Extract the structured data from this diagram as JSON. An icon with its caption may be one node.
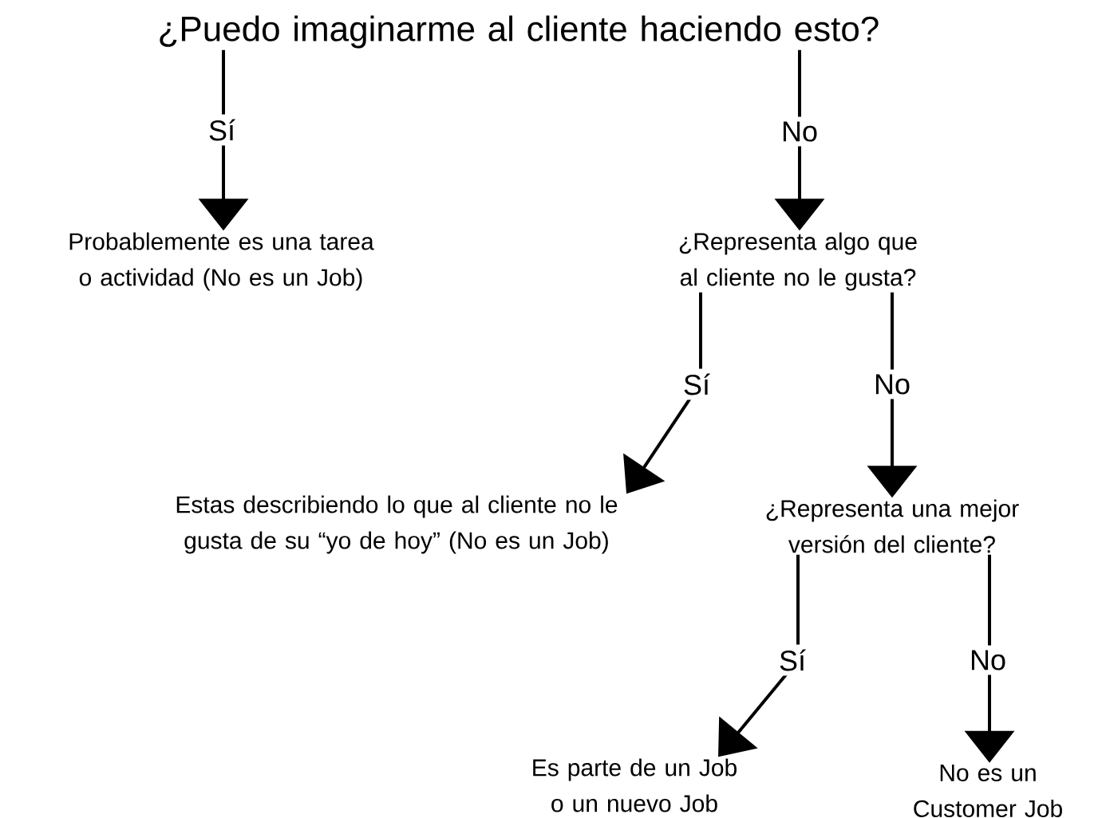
{
  "diagram": {
    "nodes": [
      {
        "text": [
          "¿Puedo imaginarme al cliente haciendo esto?"
        ]
      },
      {
        "text": [
          "Probablemente es una tarea o actividad (No es un Job)"
        ]
      },
      {
        "text": [
          "¿Representa algo que al cliente no le gusta?"
        ]
      },
      {
        "text": [
          "Estas describiendo lo que al cliente no le gusta de su “yo de hoy” (No es un Job)"
        ]
      },
      {
        "text": [
          "¿Representa una mejor versión del cliente?"
        ]
      },
      {
        "text": [
          "Es parte de un Job o un nuevo Job"
        ]
      },
      {
        "text": [
          "No es un Customer Job"
        ]
      }
    ],
    "edges": [
      {
        "from": 0,
        "to": 1,
        "arrow": "to",
        "label": "Sí"
      },
      {
        "from": 0,
        "to": 2,
        "arrow": "to",
        "label": "No"
      },
      {
        "from": 2,
        "to": 3,
        "arrow": "to",
        "label": "Sí"
      },
      {
        "from": 2,
        "to": 4,
        "arrow": "to",
        "label": "No"
      },
      {
        "from": 4,
        "to": 5,
        "arrow": "to",
        "label": "Sí"
      },
      {
        "from": 4,
        "to": 6,
        "arrow": "to",
        "label": "No"
      }
    ]
  }
}
